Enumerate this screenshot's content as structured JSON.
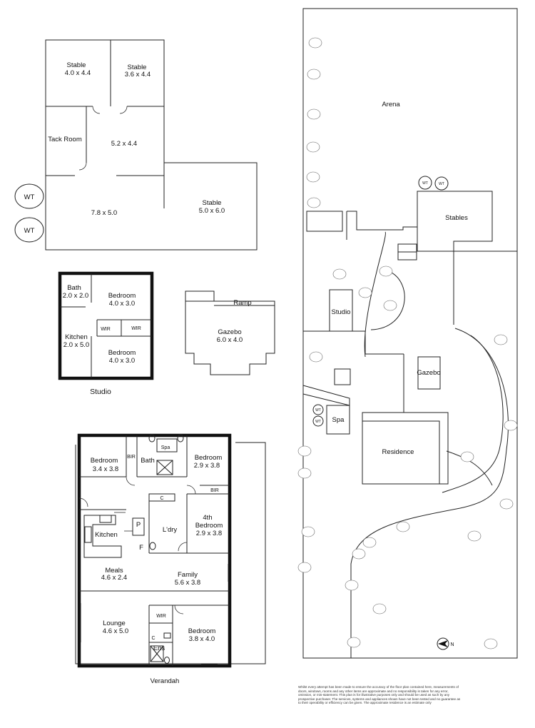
{
  "stables_block": {
    "stable1": {
      "name": "Stable",
      "dims": "4.0 x 4.4"
    },
    "stable2": {
      "name": "Stable",
      "dims": "3.6 x 4.4"
    },
    "tack_room": "Tack Room",
    "center_room": "5.2 x 4.4",
    "lower_room": "7.8 x 5.0",
    "stable3": {
      "name": "Stable",
      "dims": "5.0 x 6.0"
    },
    "water_tank_1": "WT",
    "water_tank_2": "WT"
  },
  "studio": {
    "title": "Studio",
    "bath": {
      "name": "Bath",
      "dims": "2.0 x 2.0"
    },
    "bedroom1": {
      "name": "Bedroom",
      "dims": "4.0 x 3.0"
    },
    "wir1": "WIR",
    "wir2": "WIR",
    "kitchen": {
      "name": "Kitchen",
      "dims": "2.0 x 5.0"
    },
    "bedroom2": {
      "name": "Bedroom",
      "dims": "4.0 x 3.0"
    }
  },
  "gazebo": {
    "ramp": "Ramp",
    "name": "Gazebo",
    "dims": "6.0 x 4.0"
  },
  "residence": {
    "bedroom_nw": {
      "name": "Bedroom",
      "dims": "3.4 x 3.8"
    },
    "bir1": "BIR",
    "bath": "Bath",
    "spa": "Spa",
    "bedroom_ne": {
      "name": "Bedroom",
      "dims": "2.9 x 3.8"
    },
    "bir2": "BIR",
    "c1": "C",
    "laundry": "L'dry",
    "bedroom4": {
      "name": "4th",
      "name2": "Bedroom",
      "dims": "2.9 x 3.8"
    },
    "kitchen": "Kitchen",
    "pantry": "P",
    "fridge": "F",
    "meals": {
      "name": "Meals",
      "dims": "4.6 x 2.4"
    },
    "family": {
      "name": "Family",
      "dims": "5.6 x 3.8"
    },
    "wir": "WIR",
    "lounge": {
      "name": "Lounge",
      "dims": "4.6 x 5.0"
    },
    "c2": "C",
    "ens": "Ens",
    "bedroom_se": {
      "name": "Bedroom",
      "dims": "3.8 x 4.0"
    },
    "verandah": "Verandah"
  },
  "site": {
    "arena": "Arena",
    "wt1": "WT",
    "wt2": "WT",
    "stables": "Stables",
    "studio": "Studio",
    "gazebo": "Gazebo",
    "spa_wt1": "WT",
    "spa_wt2": "WT",
    "spa": "Spa",
    "residence": "Residence",
    "north": "N"
  },
  "disclaimer": "Whilst every attempt has been made to ensure the accuracy of the floor plan contained here, measurements of doors, windows, rooms and any other items are approximate and no responsibility is taken for any error, omission, or mis-statement. This plan is for illustrative purposes only and should be used as such by any prospective purchaser. The services, systems and appliances shown have not been tested and no guarantee as to their operability or efficiency can be given. The approximate residence is an estimate only"
}
